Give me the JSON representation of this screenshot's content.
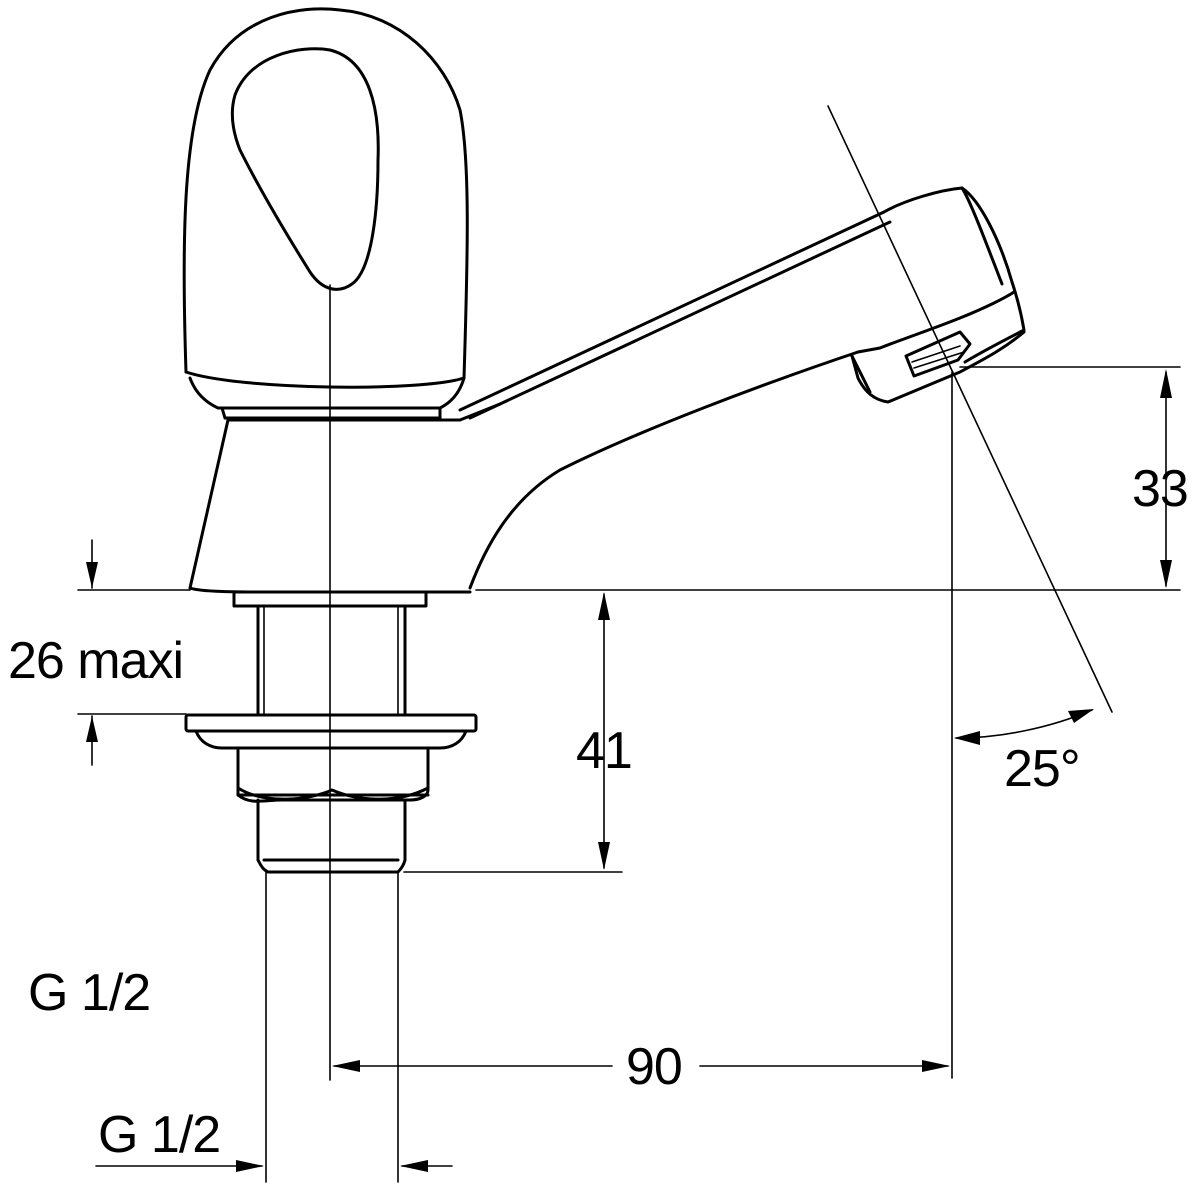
{
  "labels": {
    "height_above_deck": "33",
    "deck_thickness": "26 maxi",
    "shank_length": "41",
    "spout_angle": "25°",
    "connection_thread_upper": "G 1/2",
    "horizontal_reach": "90",
    "connection_thread_lower": "G 1/2"
  },
  "colors": {
    "ink": "#000000",
    "background": "#ffffff"
  }
}
